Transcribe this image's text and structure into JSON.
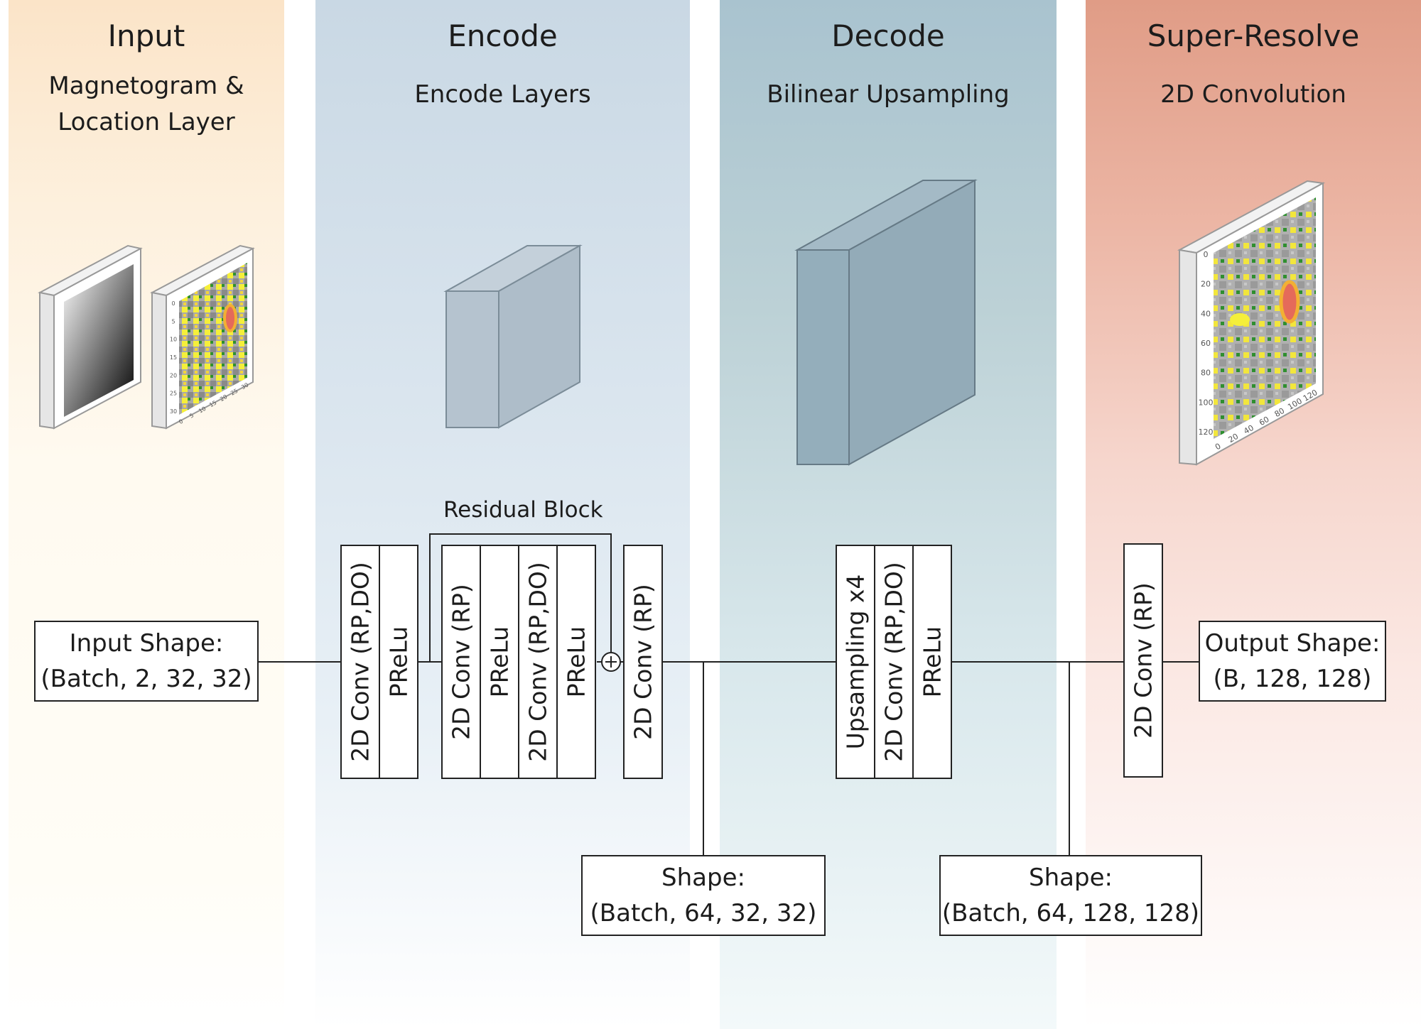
{
  "columns": {
    "input": {
      "title": "Input",
      "subtitle_lines": [
        "Magnetogram &",
        "Location Layer"
      ]
    },
    "encode": {
      "title": "Encode",
      "subtitle_lines": [
        "Encode Layers"
      ]
    },
    "decode": {
      "title": "Decode",
      "subtitle_lines": [
        "Bilinear Upsampling"
      ]
    },
    "super": {
      "title": "Super-Resolve",
      "subtitle_lines": [
        "2D Convolution"
      ]
    }
  },
  "layers": {
    "encode_block_1": [
      "2D Conv (RP,DO)",
      "PReLu"
    ],
    "residual_block": [
      "2D Conv (RP)",
      "PReLu",
      "2D Conv (RP,DO)",
      "PReLu"
    ],
    "encode_block_2": [
      "2D Conv (RP)"
    ],
    "decode_block": [
      "Upsampling x4",
      "2D Conv (RP,DO)",
      "PReLu"
    ],
    "super_block": [
      "2D Conv (RP)"
    ]
  },
  "residual_block_label": "Residual Block",
  "sum_symbol": "+",
  "shapes": {
    "input": {
      "line1": "Input Shape:",
      "line2": "(Batch, 2, 32, 32)"
    },
    "encode": {
      "line1": "Shape:",
      "line2": "(Batch, 64, 32, 32)"
    },
    "decode": {
      "line1": "Shape:",
      "line2": "(Batch, 64, 128, 128)"
    },
    "output": {
      "line1": "Output Shape:",
      "line2": "(B, 128, 128)"
    }
  },
  "plot_ticks": {
    "input_small": [
      "0",
      "5",
      "10",
      "15",
      "20",
      "25",
      "30"
    ],
    "output_large": [
      "0",
      "20",
      "40",
      "60",
      "80",
      "100",
      "120"
    ]
  },
  "colors": {
    "input_bg": "#fbe4c8",
    "encode_bg": "#c9d8e4",
    "decode_bg": "#a9c3cf",
    "super_bg": "#e09c86",
    "tensor_light": "#b5c3cf",
    "tensor_dark": "#94aebb"
  }
}
